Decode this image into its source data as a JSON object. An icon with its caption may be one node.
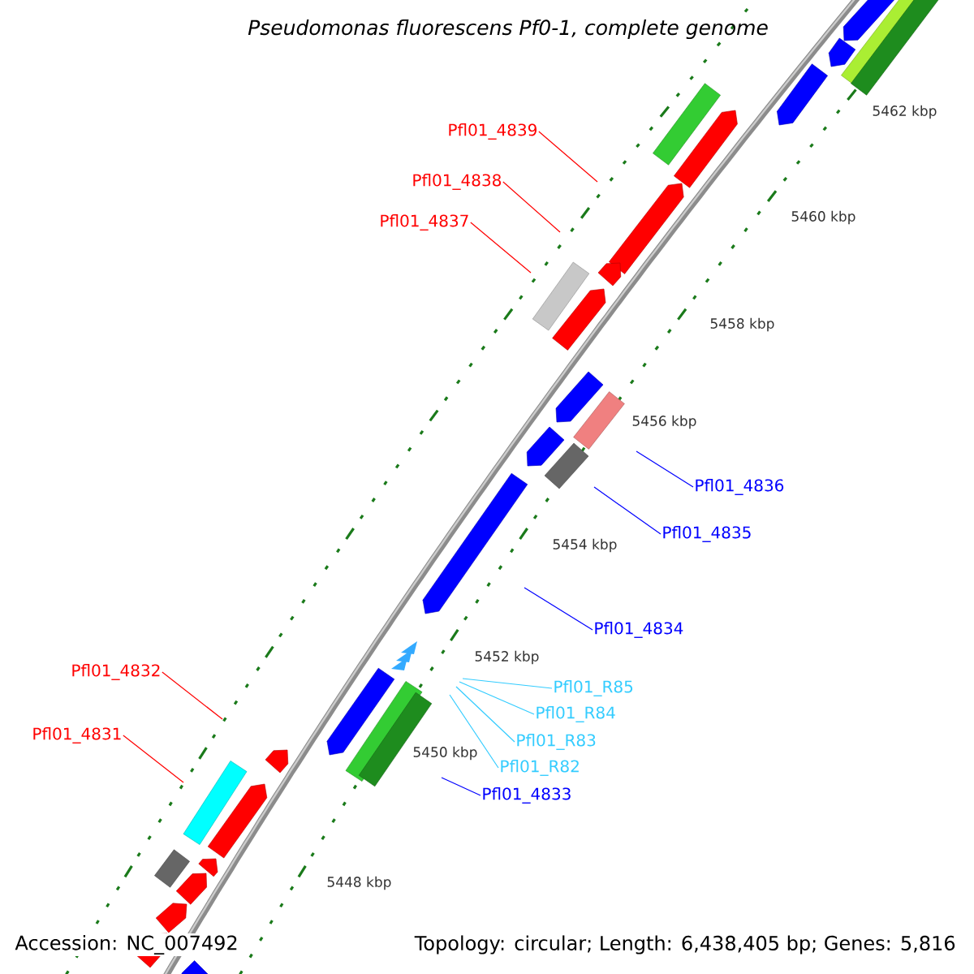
{
  "diagram": {
    "title": "Pseudomonas fluorescens Pf0-1, complete genome",
    "nodes": [
      {
        "text": [
          "Pfl01_4839"
        ]
      },
      {
        "text": [
          "Pfl01_4838"
        ]
      },
      {
        "text": [
          "Pfl01_4837"
        ]
      },
      {
        "text": [
          "Pfl01_4836"
        ]
      },
      {
        "text": [
          "Pfl01_4835"
        ]
      },
      {
        "text": [
          "Pfl01_4834"
        ]
      },
      {
        "text": [
          "Pfl01_4832"
        ]
      },
      {
        "text": [
          "Pfl01_R85"
        ]
      },
      {
        "text": [
          "Pfl01_R84"
        ]
      },
      {
        "text": [
          "Pfl01_4831"
        ]
      },
      {
        "text": [
          "Pfl01_R83"
        ]
      },
      {
        "text": [
          "Pfl01_R82"
        ]
      },
      {
        "text": [
          "Pfl01_4833"
        ]
      }
    ],
    "edges": [
      {
        "from": 0,
        "to": null,
        "arrow": "none",
        "color": "#ff0000"
      },
      {
        "from": 1,
        "to": null,
        "arrow": "none",
        "color": "#ff0000"
      },
      {
        "from": 2,
        "to": null,
        "arrow": "none",
        "color": "#ff0000"
      },
      {
        "from": 3,
        "to": null,
        "arrow": "none",
        "color": "#0000ff"
      },
      {
        "from": 4,
        "to": null,
        "arrow": "none",
        "color": "#0000ff"
      },
      {
        "from": 5,
        "to": null,
        "arrow": "none",
        "color": "#0000ff"
      },
      {
        "from": 6,
        "to": null,
        "arrow": "none",
        "color": "#ff0000"
      },
      {
        "from": 7,
        "to": null,
        "arrow": "none",
        "color": "#33ccff"
      },
      {
        "from": 8,
        "to": null,
        "arrow": "none",
        "color": "#33ccff"
      },
      {
        "from": 9,
        "to": null,
        "arrow": "none",
        "color": "#ff0000"
      },
      {
        "from": 10,
        "to": null,
        "arrow": "none",
        "color": "#33ccff"
      },
      {
        "from": 11,
        "to": null,
        "arrow": "none",
        "color": "#33ccff"
      },
      {
        "from": 12,
        "to": null,
        "arrow": "none",
        "color": "#0000ff"
      }
    ],
    "labels": [
      "5462 kbp",
      "5460 kbp",
      "5458 kbp",
      "5456 kbp",
      "5454 kbp",
      "5452 kbp",
      "5450 kbp",
      "5448 kbp",
      "Accession: NC_007492",
      "Topology: circular; Length: 6,438,405 bp; Genes: 5,816"
    ]
  }
}
